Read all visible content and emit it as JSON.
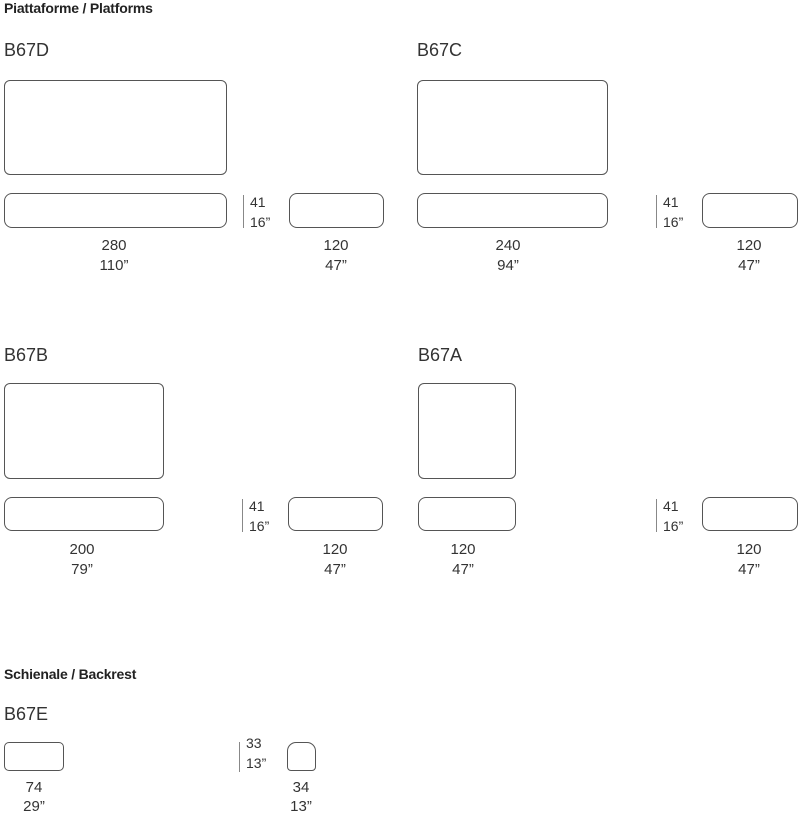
{
  "platforms": {
    "title": "Piattaforme / Platforms",
    "items": [
      {
        "code": "B67D",
        "width_cm": "280",
        "width_in": "110”",
        "depth_cm": "120",
        "depth_in": "47”",
        "height_cm": "41",
        "height_in": "16”"
      },
      {
        "code": "B67C",
        "width_cm": "240",
        "width_in": "94”",
        "depth_cm": "120",
        "depth_in": "47”",
        "height_cm": "41",
        "height_in": "16”"
      },
      {
        "code": "B67B",
        "width_cm": "200",
        "width_in": "79”",
        "depth_cm": "120",
        "depth_in": "47”",
        "height_cm": "41",
        "height_in": "16”"
      },
      {
        "code": "B67A",
        "width_cm": "120",
        "width_in": "47”",
        "depth_cm": "120",
        "depth_in": "47”",
        "height_cm": "41",
        "height_in": "16”"
      }
    ]
  },
  "backrest": {
    "title": "Schienale / Backrest",
    "items": [
      {
        "code": "B67E",
        "width_cm": "74",
        "width_in": "29”",
        "depth_cm": "34",
        "depth_in": "13”",
        "height_cm": "33",
        "height_in": "13”"
      }
    ]
  }
}
